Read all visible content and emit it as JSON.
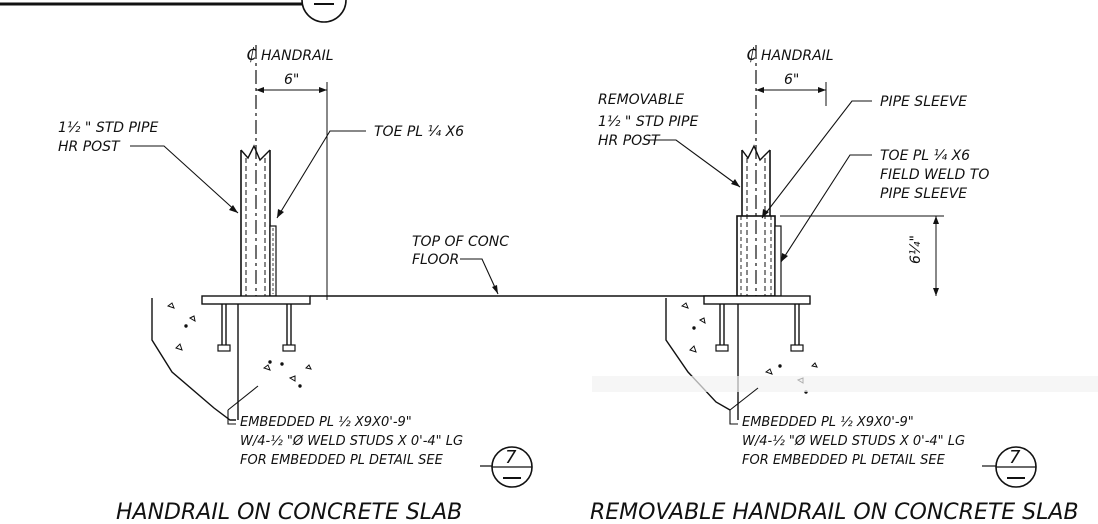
{
  "left_detail": {
    "cl_label": "HANDRAIL",
    "dim_6": "6\"",
    "post_note": [
      "1½ \" STD PIPE",
      "HR POST"
    ],
    "toe_plate": "TOE PL ¼ X6",
    "floor_note": [
      "TOP OF CONC",
      "FLOOR"
    ],
    "embed_note": [
      "EMBEDDED PL ½ X9X0'-9\"",
      "W/4-½ \"Ø WELD STUDS X 0'-4\" LG",
      "FOR EMBEDDED PL DETAIL SEE"
    ],
    "callout_number": "7",
    "title": "HANDRAIL ON CONCRETE SLAB"
  },
  "right_detail": {
    "cl_label": "HANDRAIL",
    "dim_6": "6\"",
    "post_note": [
      "REMOVABLE",
      "1½ \" STD PIPE",
      "HR POST"
    ],
    "pipe_sleeve": "PIPE SLEEVE",
    "toe_plate": [
      "TOE PL ¼ X6",
      "FIELD WELD TO",
      "PIPE SLEEVE"
    ],
    "height_dim": "6¼\"",
    "embed_note": [
      "EMBEDDED PL ½ X9X0'-9\"",
      "W/4-½ \"Ø WELD STUDS X 0'-4\" LG",
      "FOR EMBEDDED PL DETAIL SEE"
    ],
    "callout_number": "7",
    "title": "REMOVABLE HANDRAIL ON CONCRETE SLAB"
  }
}
